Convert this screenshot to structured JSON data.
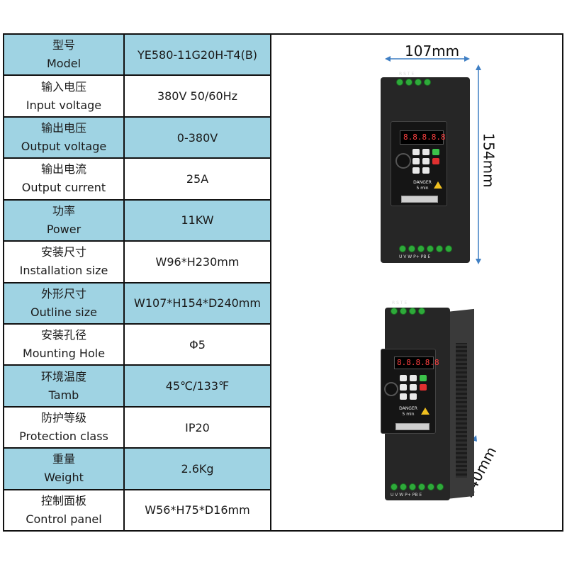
{
  "specs": [
    {
      "zh": "型号",
      "en": "Model",
      "value": "YE580-11G20H-T4(B)",
      "shade": "shaded"
    },
    {
      "zh": "输入电压",
      "en": "Input voltage",
      "value": "380V 50/60Hz",
      "shade": "plain"
    },
    {
      "zh": "输出电压",
      "en": "Output voltage",
      "value": "0-380V",
      "shade": "shaded"
    },
    {
      "zh": "输出电流",
      "en": "Output current",
      "value": "25A",
      "shade": "plain"
    },
    {
      "zh": "功率",
      "en": "Power",
      "value": "11KW",
      "shade": "shaded"
    },
    {
      "zh": "安装尺寸",
      "en": "Installation size",
      "value": "W96*H230mm",
      "shade": "plain"
    },
    {
      "zh": "外形尺寸",
      "en": "Outline size",
      "value": "W107*H154*D240mm",
      "shade": "shaded"
    },
    {
      "zh": "安装孔径",
      "en": "Mounting Hole",
      "value": "Φ5",
      "shade": "plain"
    },
    {
      "zh": "环境温度",
      "en": "Tamb",
      "value": "45℃/133℉",
      "shade": "shaded"
    },
    {
      "zh": "防护等级",
      "en": "Protection class",
      "value": "IP20",
      "shade": "plain"
    },
    {
      "zh": "重量",
      "en": "Weight",
      "value": "2.6Kg",
      "shade": "shaded"
    },
    {
      "zh": "控制面板",
      "en": "Control panel",
      "value": "W56*H75*D16mm",
      "shade": "plain"
    }
  ],
  "dimensions": {
    "width": "107mm",
    "height": "154mm",
    "depth": "240mm"
  },
  "device": {
    "top_terminals": "R S T E",
    "bottom_terminals": "U V W P+ PB E",
    "warning_text": "DANGER",
    "warning_sub": "5 min",
    "display_digits": "8.8.8.8.8"
  },
  "colors": {
    "row_shaded": "#9fd3e3",
    "row_plain": "#ffffff",
    "dimension_line": "#3f7fc4",
    "device_body": "#262626"
  }
}
